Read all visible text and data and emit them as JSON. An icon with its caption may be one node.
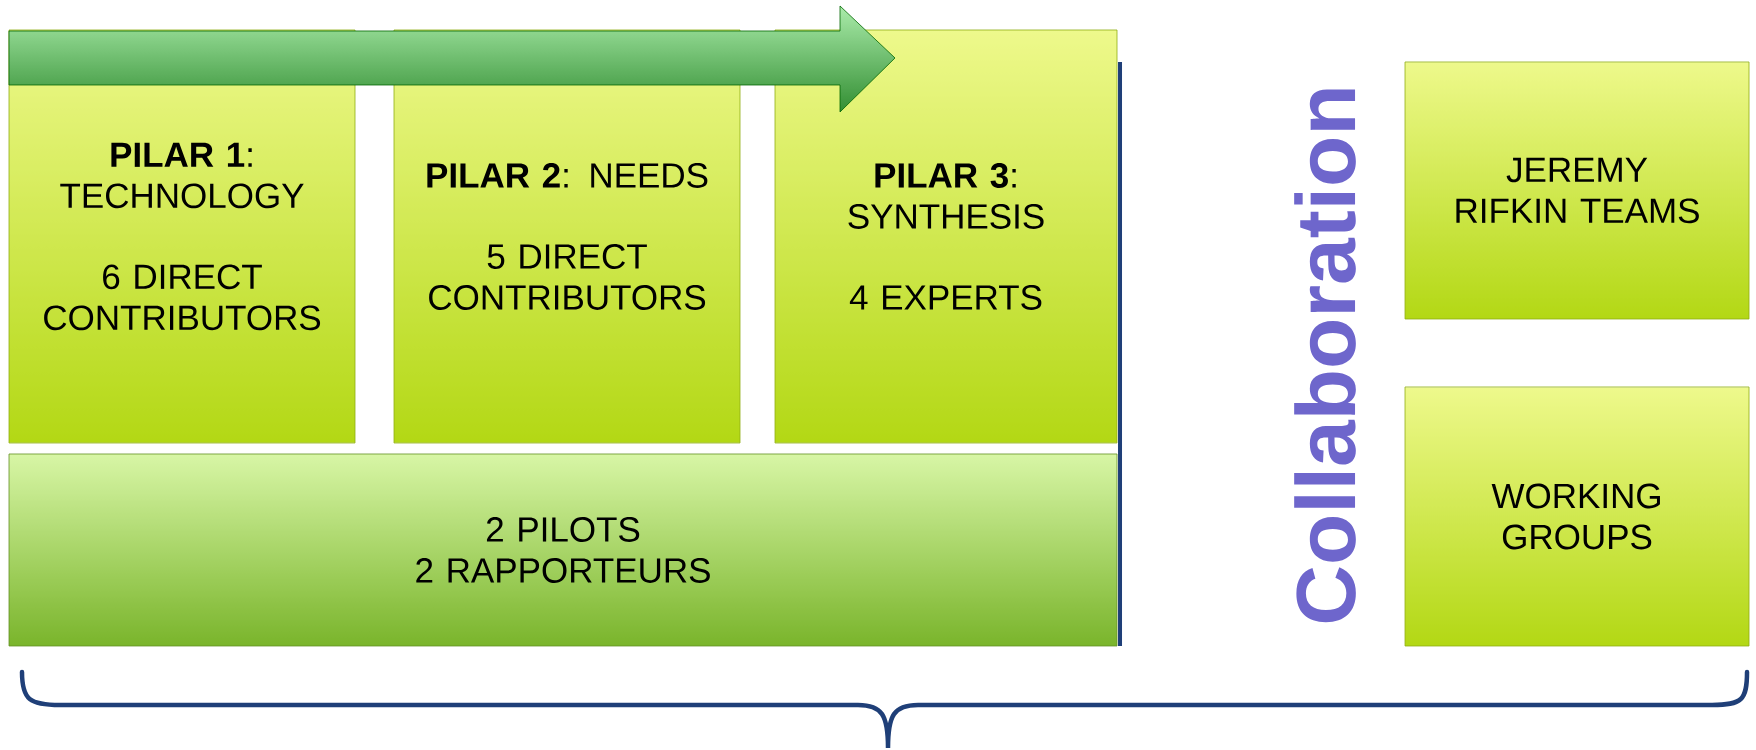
{
  "diagram": {
    "nodes": [
      {
        "text": [
          "**PILAR 1**: TECHNOLOGY",
          "6 DIRECT CONTRIBUTORS"
        ]
      },
      {
        "text": [
          "**PILAR 2**: NEEDS",
          "5 DIRECT CONTRIBUTORS"
        ]
      },
      {
        "text": [
          "**PILAR 3**: SYNTHESIS",
          "4 EXPERTS"
        ]
      },
      {
        "text": [
          "2 PILOTS",
          "2 RAPPORTEURS"
        ]
      },
      {
        "text": [
          "JEREMY RIFKIN TEAMS"
        ]
      },
      {
        "text": [
          "WORKING GROUPS"
        ]
      }
    ],
    "labels": [
      "Collaboration"
    ]
  }
}
